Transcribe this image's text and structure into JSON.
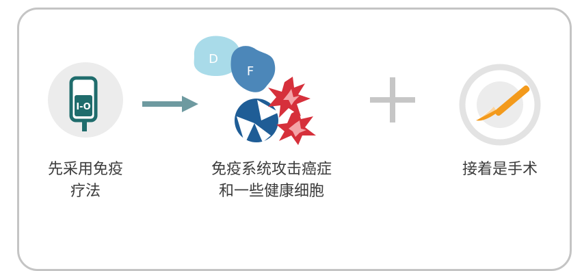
{
  "steps": [
    {
      "lines": [
        "先采用免疫",
        "疗法"
      ],
      "icon": "iv-bag-icon",
      "bag_text": "I-O"
    },
    {
      "lines": [
        "免疫系统攻击癌症",
        "和一些健康细胞"
      ],
      "icon": "immune-cell-attack-icon",
      "cell_labels": [
        "D",
        "F"
      ]
    },
    {
      "lines": [
        "接着是手术"
      ],
      "icon": "scalpel-icon"
    }
  ],
  "connectors": {
    "arrow": "arrow-right-icon",
    "plus": "plus-icon"
  },
  "colors": {
    "teal": "#1f6c6c",
    "arrow": "#6e9aa0",
    "light_blue": "#a9dbe9",
    "mid_blue": "#4c87b9",
    "dark_blue": "#1f5d96",
    "red": "#d6303b",
    "orange": "#f39a1c",
    "gray": "#c6c6c6",
    "circle_bg": "#ececec"
  }
}
